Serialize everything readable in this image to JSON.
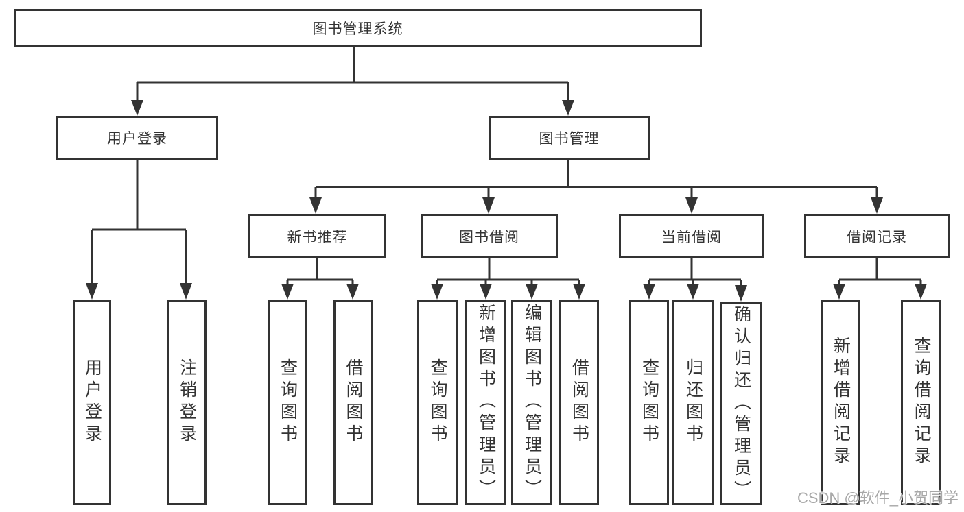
{
  "tree": {
    "label": "图书管理系统",
    "children": [
      {
        "label": "用户登录",
        "children": [
          {
            "label": "用户登录"
          },
          {
            "label": "注销登录"
          }
        ]
      },
      {
        "label": "图书管理",
        "children": [
          {
            "label": "新书推荐",
            "children": [
              {
                "label": "查询图书"
              },
              {
                "label": "借阅图书"
              }
            ]
          },
          {
            "label": "图书借阅",
            "children": [
              {
                "label": "查询图书"
              },
              {
                "label": "新增图书（管理员）"
              },
              {
                "label": "编辑图书（管理员）"
              },
              {
                "label": "借阅图书"
              }
            ]
          },
          {
            "label": "当前借阅",
            "children": [
              {
                "label": "查询图书"
              },
              {
                "label": "归还图书"
              },
              {
                "label": "确认归还（管理员）"
              }
            ]
          },
          {
            "label": "借阅记录",
            "children": [
              {
                "label": "新增借阅记录"
              },
              {
                "label": "查询借阅记录"
              }
            ]
          }
        ]
      }
    ]
  },
  "watermark": {
    "text": "CSDN @软件_小贺同学"
  },
  "colors": {
    "line": "#333333",
    "text": "#333333",
    "background": "#ffffff",
    "watermark": "#a8a8a8"
  }
}
